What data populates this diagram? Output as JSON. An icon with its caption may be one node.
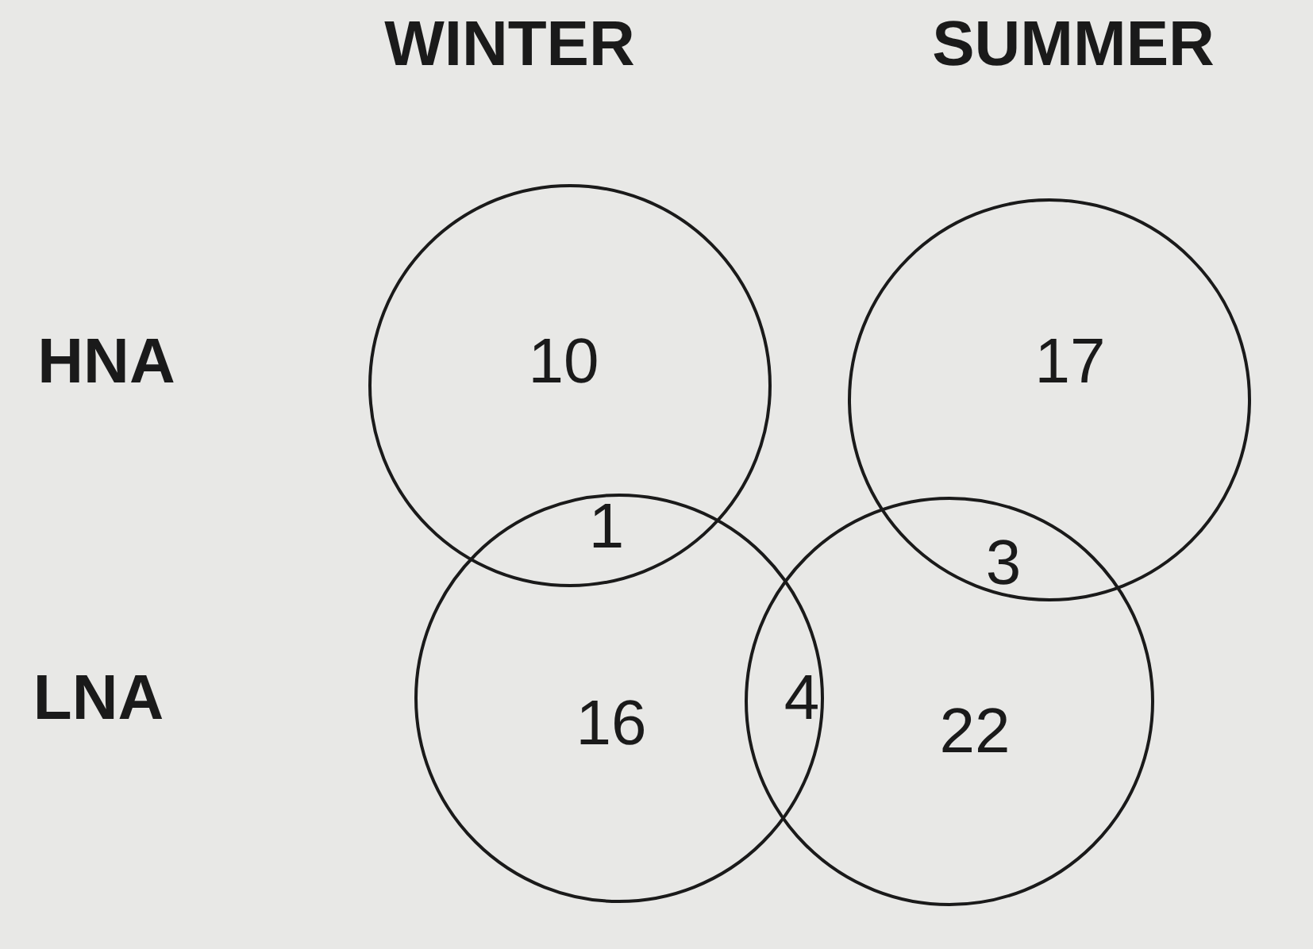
{
  "diagram": {
    "nodes": [
      {
        "text": [],
        "shape": "circle"
      },
      {
        "text": [],
        "shape": "circle"
      },
      {
        "text": [],
        "shape": "circle"
      },
      {
        "text": [],
        "shape": "circle"
      }
    ],
    "labels": [
      "WINTER",
      "SUMMER",
      "HNA",
      "10",
      "17",
      "1",
      "3",
      "LNA",
      "4",
      "16",
      "22"
    ]
  }
}
